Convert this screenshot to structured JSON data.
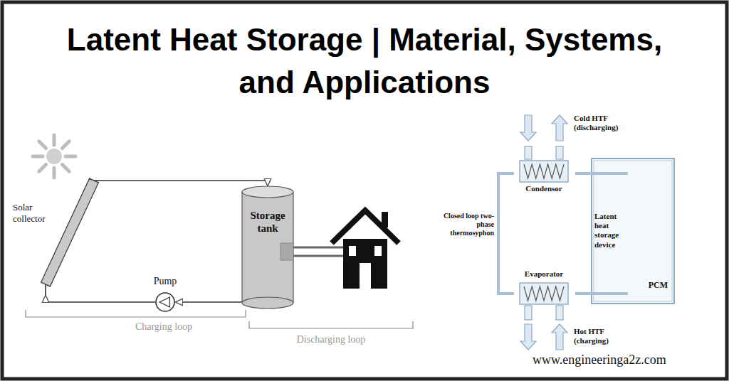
{
  "diagram": {
    "title": "Latent Heat Storage | Material, Systems, and Applications",
    "nodes": [
      {
        "text": [
          "Solar collector"
        ]
      },
      {
        "text": [
          "Pump"
        ]
      },
      {
        "text": [
          "Storage tank"
        ]
      },
      {
        "text": [
          "Condensor"
        ]
      },
      {
        "text": [
          "Latent heat storage device"
        ]
      },
      {
        "text": [
          "PCM"
        ],
        "in": 4
      },
      {
        "text": [
          "Evaporator"
        ]
      }
    ],
    "edges": [
      {
        "from": 0,
        "to": 2,
        "arrow": "to"
      },
      {
        "from": 2,
        "to": 1,
        "arrow": "to"
      },
      {
        "from": 1,
        "to": 0,
        "arrow": "to"
      },
      {
        "from": 3,
        "to": 6,
        "arrow": "none"
      },
      {
        "from": 3,
        "to": 4,
        "arrow": "none"
      },
      {
        "from": 6,
        "to": 4,
        "arrow": "none"
      }
    ],
    "labels": [
      "Charging loop",
      "Discharging loop",
      "Cold HTF (discharging)",
      "Closed loop two-phase thermosyphon",
      "Hot HTF (charging)",
      "www.engineeringa2z.com"
    ]
  }
}
